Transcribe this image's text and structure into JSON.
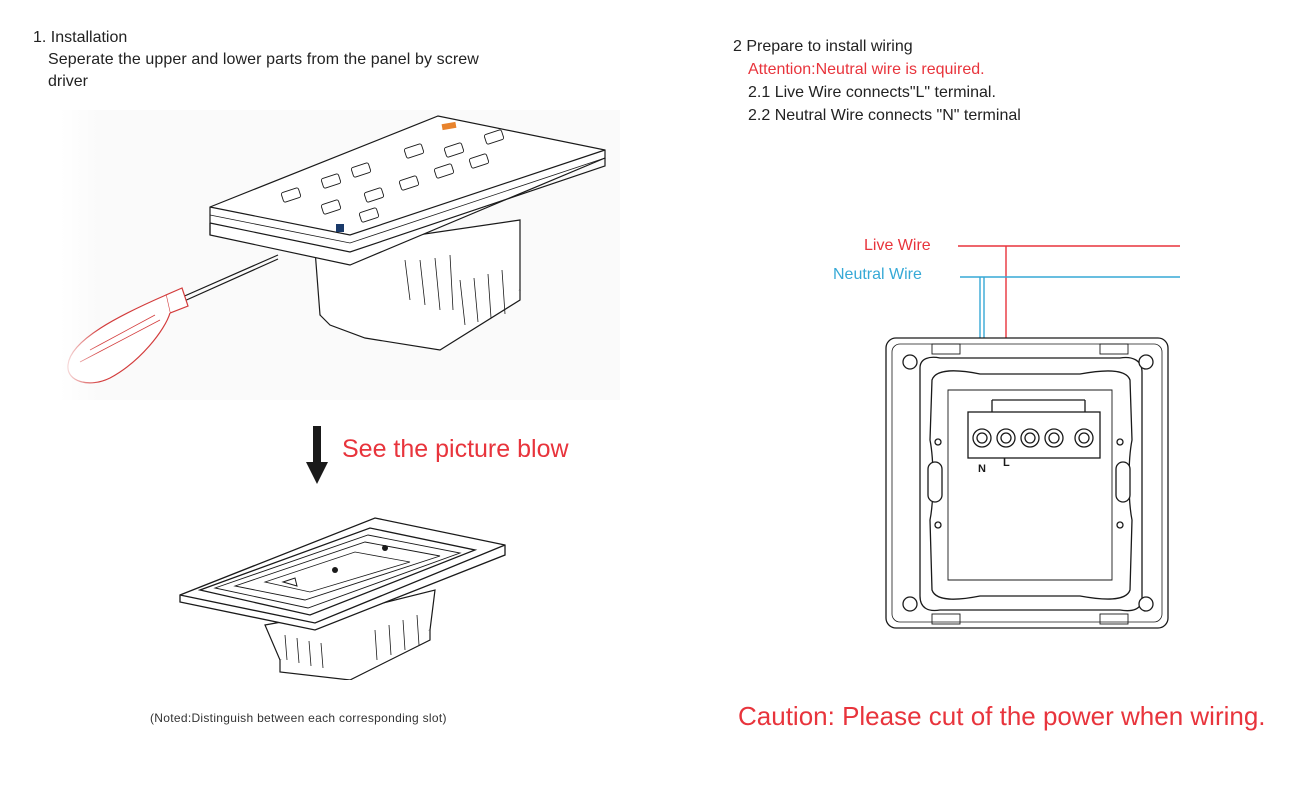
{
  "left": {
    "heading": "1. Installation",
    "description_line1": "Seperate the upper and lower parts from the panel by screw",
    "description_line2": "driver",
    "arrow_label": "See the picture blow",
    "note": "(Noted:Distinguish between each corresponding slot)"
  },
  "right": {
    "heading": "2 Prepare to install wiring",
    "attention": "Attention:Neutral wire is required.",
    "step1": "2.1 Live Wire connects\"L\" terminal.",
    "step2": "2.2 Neutral Wire connects \"N\" terminal",
    "diagram": {
      "live_label": "Live Wire",
      "neutral_label": "Neutral Wire",
      "terminal_n": "N",
      "terminal_l": "L"
    },
    "caution": "Caution: Please cut of the power when wiring."
  },
  "colors": {
    "red": "#e8343c",
    "blue": "#36a9d6",
    "line": "#1a1a1a"
  }
}
